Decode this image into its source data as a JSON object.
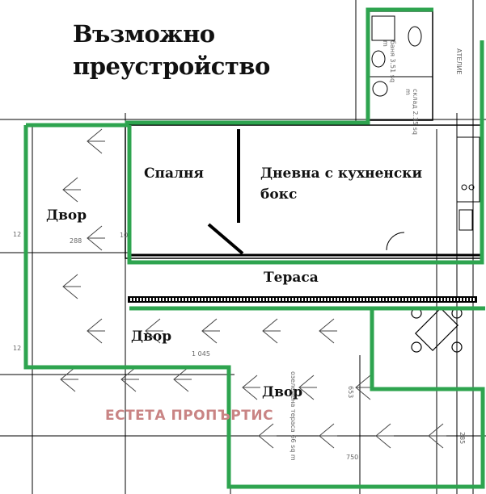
{
  "title": "Възможно преустройство",
  "rooms": {
    "bedroom": "Спалня",
    "living": "Дневна с кухненски бокс",
    "terrace": "Тераса",
    "yard_left": "Двор",
    "yard_middle": "Двор",
    "yard_bottom": "Двор"
  },
  "small_labels": {
    "bath": "баня 3.51 sq m",
    "storage": "склад 2.35 sq m",
    "atelier": "АТЕЛИЕ",
    "garden_terrace": "озеленена тераса 66 sq m"
  },
  "dimensions": {
    "d12a": "12",
    "d12b": "12",
    "d288": "288",
    "d10": "10",
    "d1045": "1 045",
    "d750": "750",
    "d285": "285",
    "d653": "653"
  },
  "watermark": "ЕСТЕТА ПРОПЪРТИС",
  "colors": {
    "outline": "#2ea44f",
    "walls": "#000000",
    "watermark": "#c98484"
  }
}
